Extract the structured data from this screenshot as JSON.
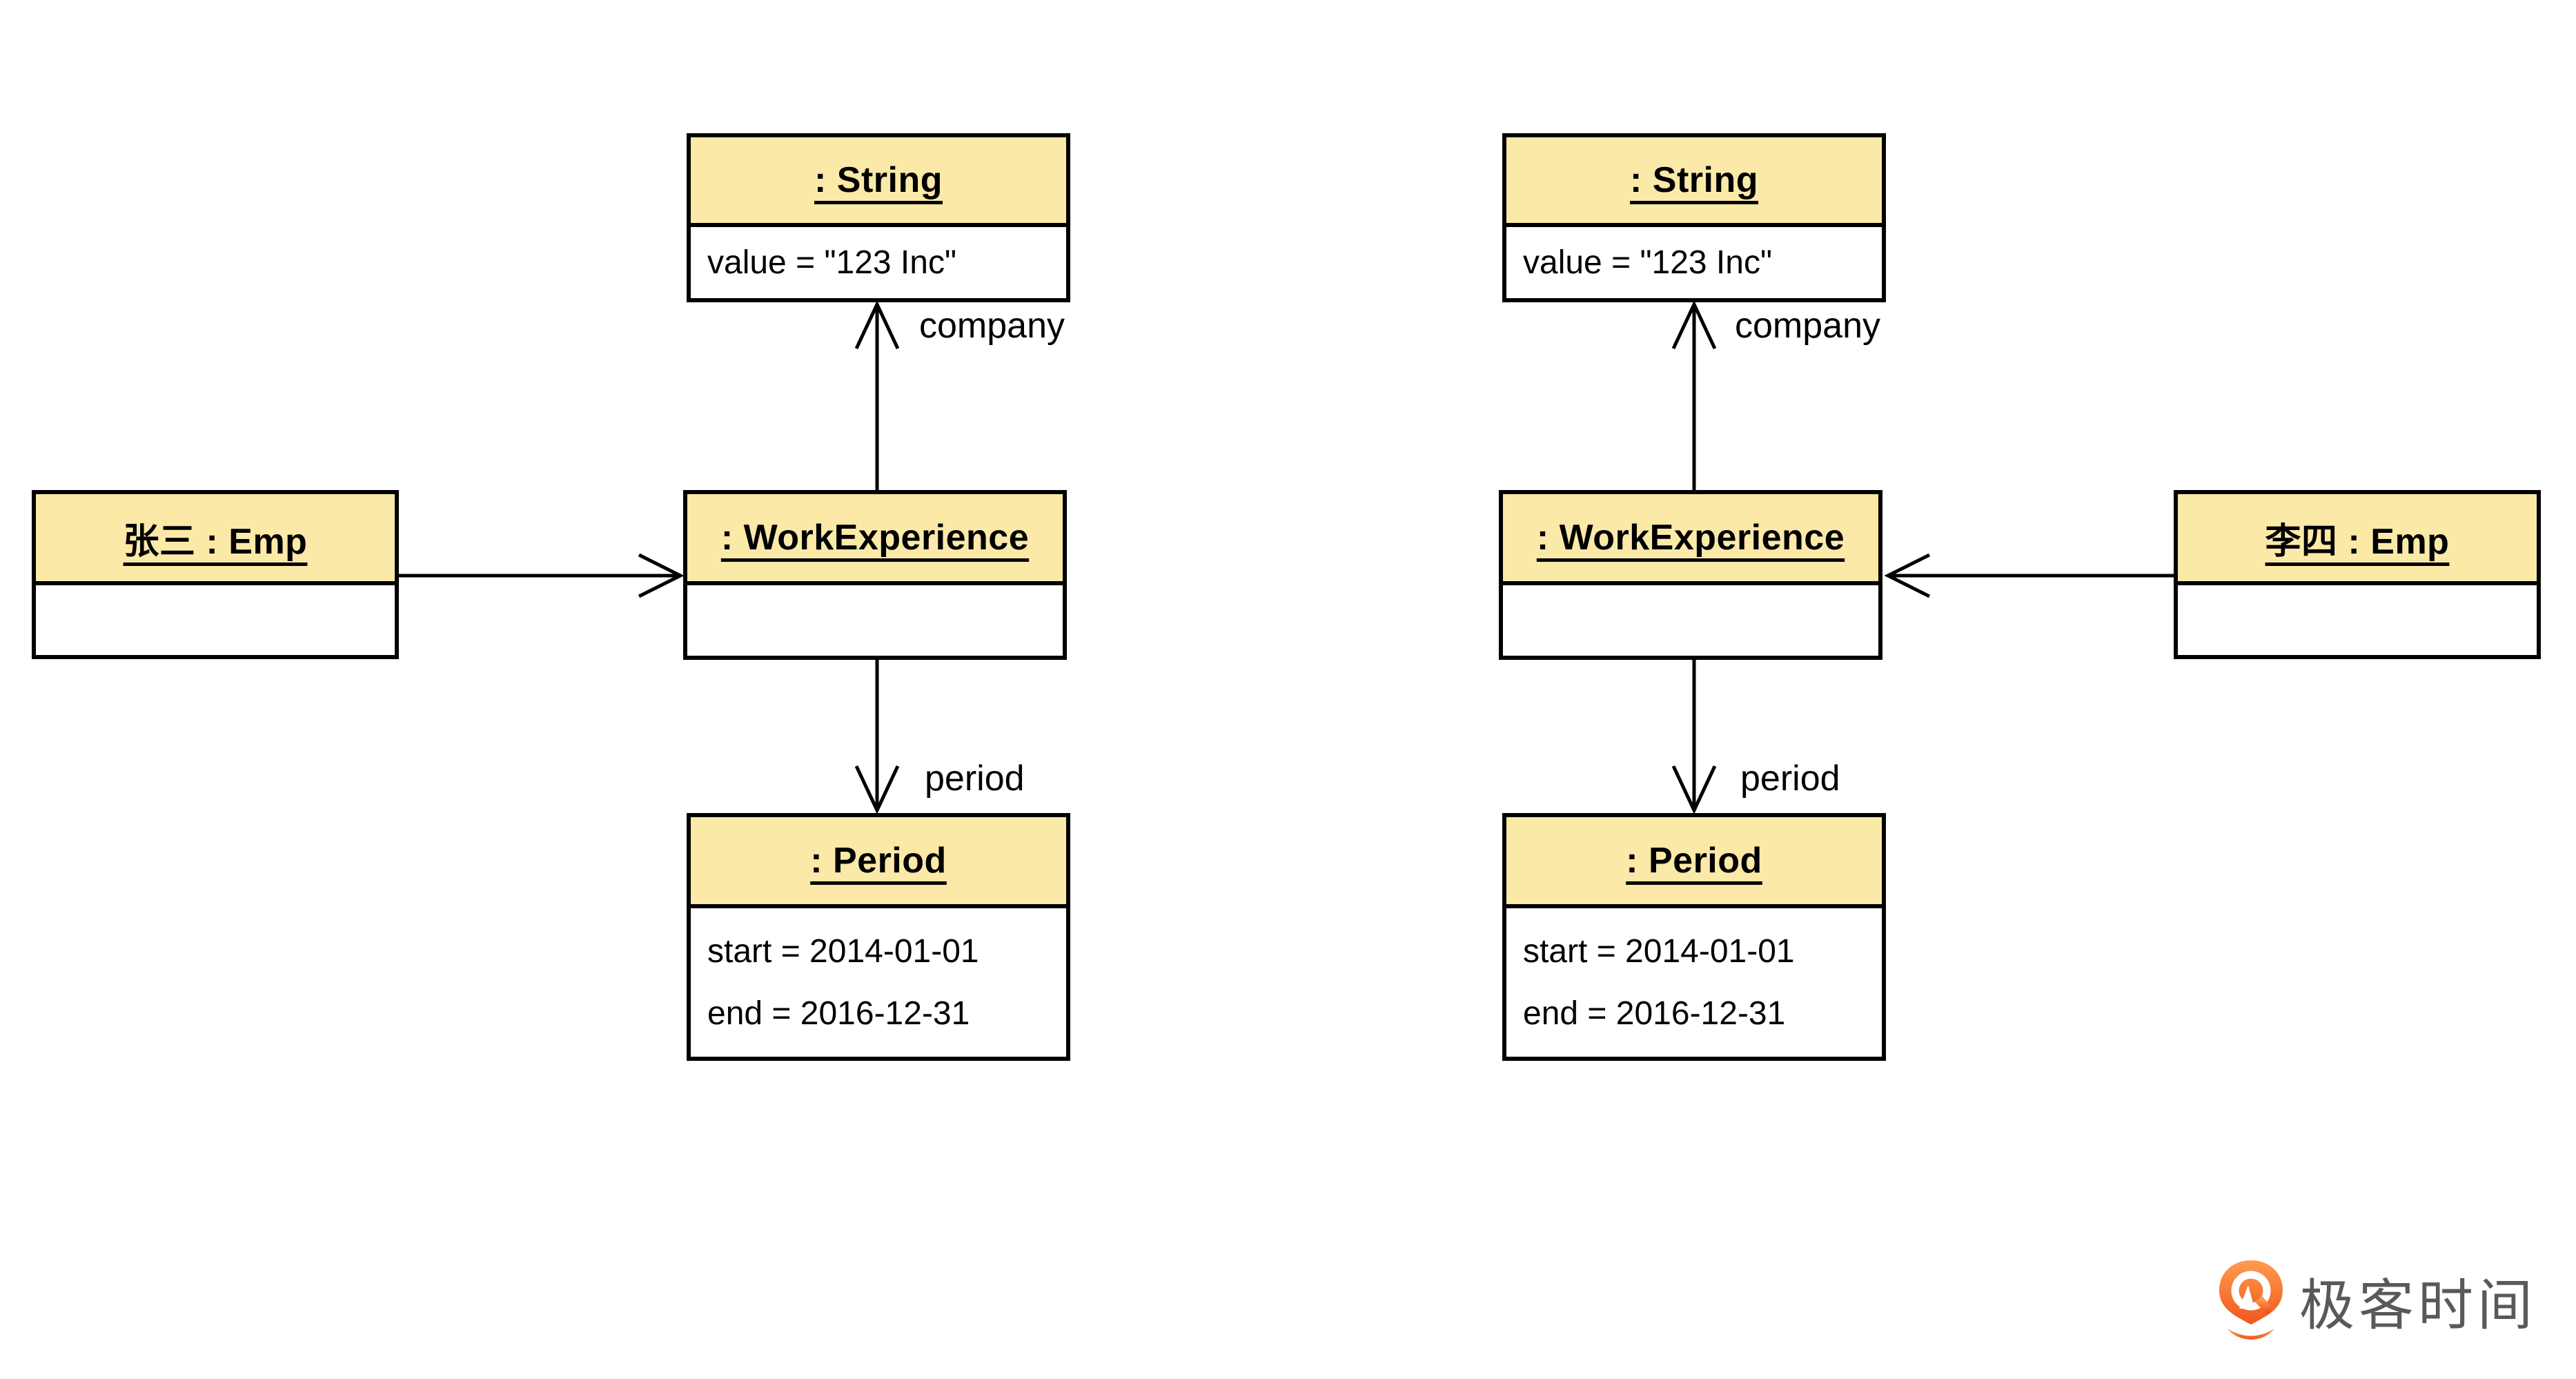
{
  "diagram": {
    "nodes": {
      "left_emp": {
        "title": "张三 : Emp",
        "attrs": []
      },
      "left_work": {
        "title": ": WorkExperience",
        "attrs": []
      },
      "left_string": {
        "title": ": String",
        "attrs": [
          "value = \"123 Inc\""
        ]
      },
      "left_period": {
        "title": ": Period",
        "attrs": [
          "start = 2014-01-01",
          "end = 2016-12-31"
        ]
      },
      "right_emp": {
        "title": "李四 : Emp",
        "attrs": []
      },
      "right_work": {
        "title": ": WorkExperience",
        "attrs": []
      },
      "right_string": {
        "title": ": String",
        "attrs": [
          "value = \"123 Inc\""
        ]
      },
      "right_period": {
        "title": ": Period",
        "attrs": [
          "start = 2014-01-01",
          "end = 2016-12-31"
        ]
      }
    },
    "edge_labels": {
      "left_company": "company",
      "left_period": "period",
      "right_company": "company",
      "right_period": "period"
    },
    "colors": {
      "header_fill": "#FBE9A8",
      "line": "#000000",
      "background": "#FFFFFF"
    }
  },
  "watermark": {
    "brand": "极客时间",
    "logo_orange_top": "#FF9C4D",
    "logo_orange_bottom": "#F0561F",
    "text_color": "#58595B"
  }
}
